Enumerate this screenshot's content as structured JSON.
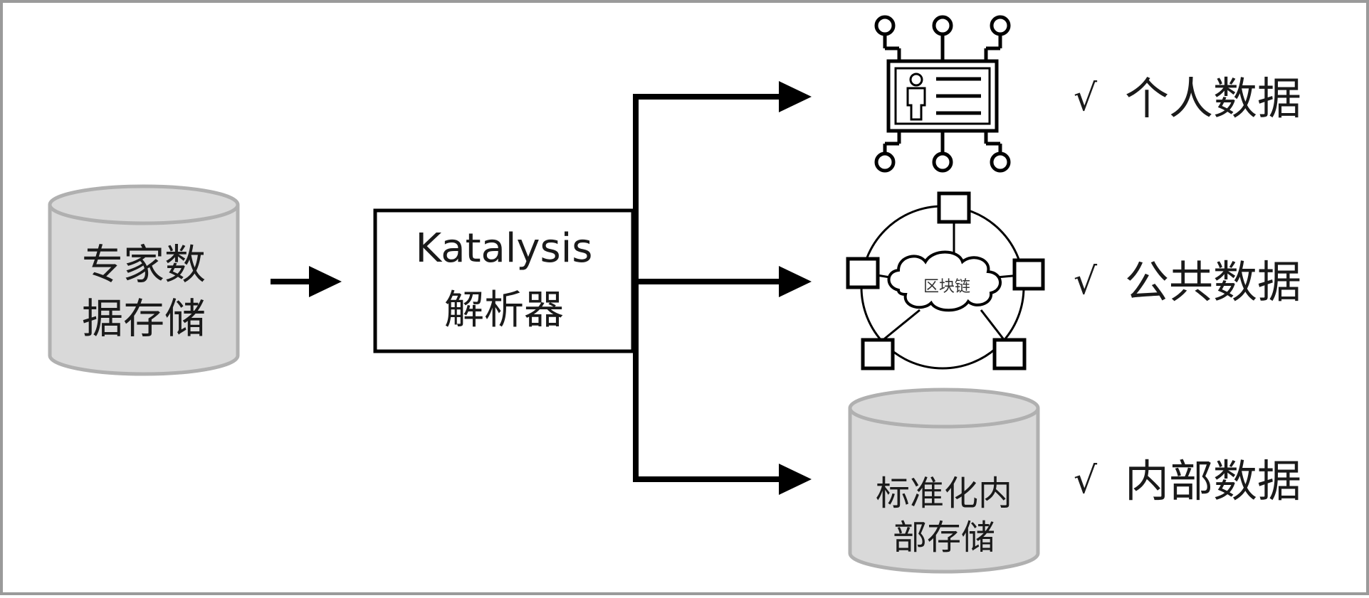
{
  "source_db": {
    "line1": "专家数",
    "line2": "据存储"
  },
  "parser": {
    "title": "Katalysis",
    "subtitle": "解析器"
  },
  "blockchain_label": "区块链",
  "internal_db": {
    "line1": "标准化内",
    "line2": "部存储"
  },
  "outputs": [
    {
      "check": "√",
      "label": "个人数据"
    },
    {
      "check": "√",
      "label": "公共数据"
    },
    {
      "check": "√",
      "label": "内部数据"
    }
  ],
  "colors": {
    "frame": "#9a9a9a",
    "stroke": "#000000",
    "db_fill": "#d9d9d9",
    "db_stroke": "#b0b0b0",
    "text": "#1a1a1a"
  }
}
